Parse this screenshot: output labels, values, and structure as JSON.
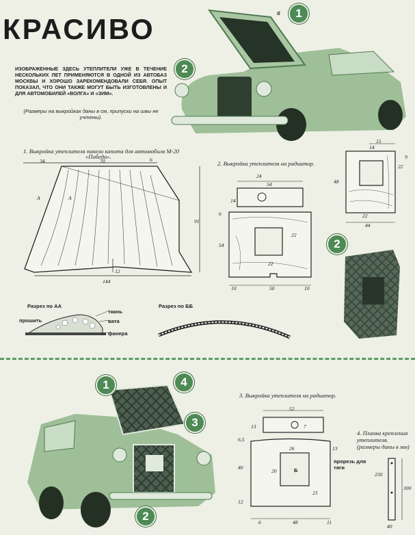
{
  "header": {
    "title": "КРАСИВО"
  },
  "intro": {
    "text": "Изображенные здесь утеплители уже в течение нескольких лет применяются в одной из автобаз Москвы и хорошо зарекомендовали себя. Опыт показал, что они также могут быть изготовлены и для автомобилей «Волга» и «ЗИМ».",
    "note": "(Размеры на выкройках даны в см, припуски на швы не учтены)."
  },
  "fig1": {
    "caption": "1. Выкройка утеплителя панели капота для автомобиля М-20",
    "caption2": "«Победа».",
    "dims": {
      "d34": "34",
      "d70": "70",
      "d6": "6",
      "d91": "91",
      "d12": "12",
      "d144": "144",
      "a1": "А",
      "a2": "А"
    }
  },
  "fig2": {
    "caption": "2. Выкройка утеплителя на радиатор.",
    "dims": {
      "d24": "24",
      "d54a": "54",
      "d14": "14",
      "d6": "6",
      "d54b": "54",
      "d22a": "22",
      "d22b": "22",
      "d10a": "10",
      "d50": "50",
      "d10b": "10"
    }
  },
  "fig2b": {
    "dims": {
      "d15": "15",
      "d14": "14",
      "d48": "48",
      "d22a": "22",
      "d22b": "22",
      "d9": "9",
      "d44": "44"
    }
  },
  "sections": {
    "aa": {
      "title": "Разрез по АА",
      "tkan": "ткань",
      "vata": "вата",
      "proshit": "прошить",
      "fanera": "фанера"
    },
    "bb": {
      "title": "Разрез по ББ"
    }
  },
  "fig3": {
    "caption": "3. Выкройка утеплителя на радиатор.",
    "dims": {
      "d52": "52",
      "d13a": "13",
      "d7": "7",
      "d6_5": "6,5",
      "d26": "26",
      "d13b": "13",
      "d40": "40",
      "d20": "20",
      "b": "Б",
      "d23": "23",
      "d12": "12",
      "d6": "6",
      "d48": "48",
      "d11": "11"
    },
    "slot": "прорезь для тяги"
  },
  "fig4": {
    "caption": "4. Планка крепления утеплителя.",
    "note": "(размеры даны в мм)",
    "dims": {
      "d230": "230",
      "d300": "300",
      "d40": "40"
    }
  },
  "badges": {
    "b1": "1",
    "b2": "2",
    "b3": "3",
    "b4": "4"
  },
  "colors": {
    "accent": "#4e8a55",
    "paper": "#eef0e6",
    "ink": "#1c1c1c"
  }
}
